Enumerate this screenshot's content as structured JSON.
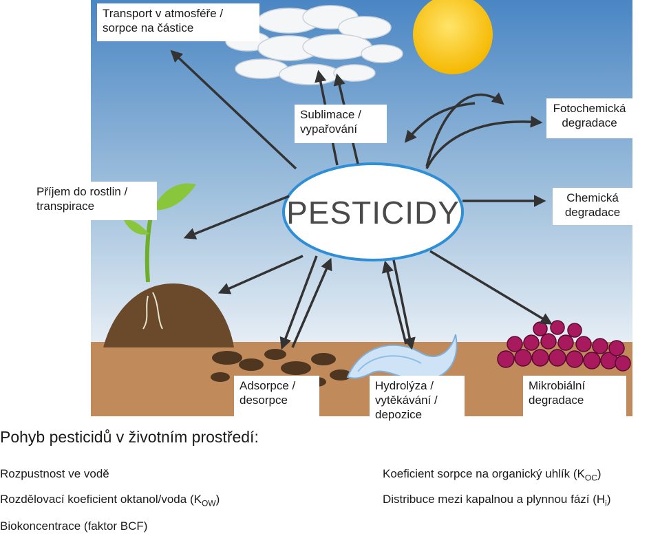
{
  "center_label": "PESTICIDY",
  "labels": {
    "transport": [
      "Transport v atmosféře /",
      "sorpce na částice"
    ],
    "sublimation": [
      "Sublimace /",
      "vypařování"
    ],
    "photochemical": [
      "Fotochemická",
      "degradace"
    ],
    "plant_uptake": [
      "Příjem do rostlin /",
      "transpirace"
    ],
    "chemical": [
      "Chemická",
      "degradace"
    ],
    "adsorption": [
      "Adsorpce /",
      "desorpce"
    ],
    "hydrolysis": [
      "Hydrolýza /",
      "vytěkávání /",
      "depozice"
    ],
    "microbial": [
      "Mikrobiální",
      "degradace"
    ]
  },
  "movement_title": "Pohyb pesticidů v životním prostředí:",
  "properties": {
    "water_solubility": "Rozpustnost ve vodě",
    "kow": {
      "text": "Rozdělovací koeficient oktanol/voda (K",
      "sub": "OW",
      "close": ")"
    },
    "bcf": "Biokoncentrace  (faktor BCF)",
    "koc": {
      "text": "Koeficient sorpce na organický uhlík (K",
      "sub": "OC",
      "close": ")"
    },
    "henry": {
      "text": "Distribuce mezi kapalnou a plynnou fází (H",
      "sub": "i",
      "close": ")"
    }
  },
  "colors": {
    "sky_top": "#4a86c4",
    "sky_bottom": "#e6eef5",
    "ground": "#c08a5a",
    "sun": "#f5c400",
    "ellipse_border": "#2f8fd6",
    "arrow": "#3a3a3a"
  }
}
